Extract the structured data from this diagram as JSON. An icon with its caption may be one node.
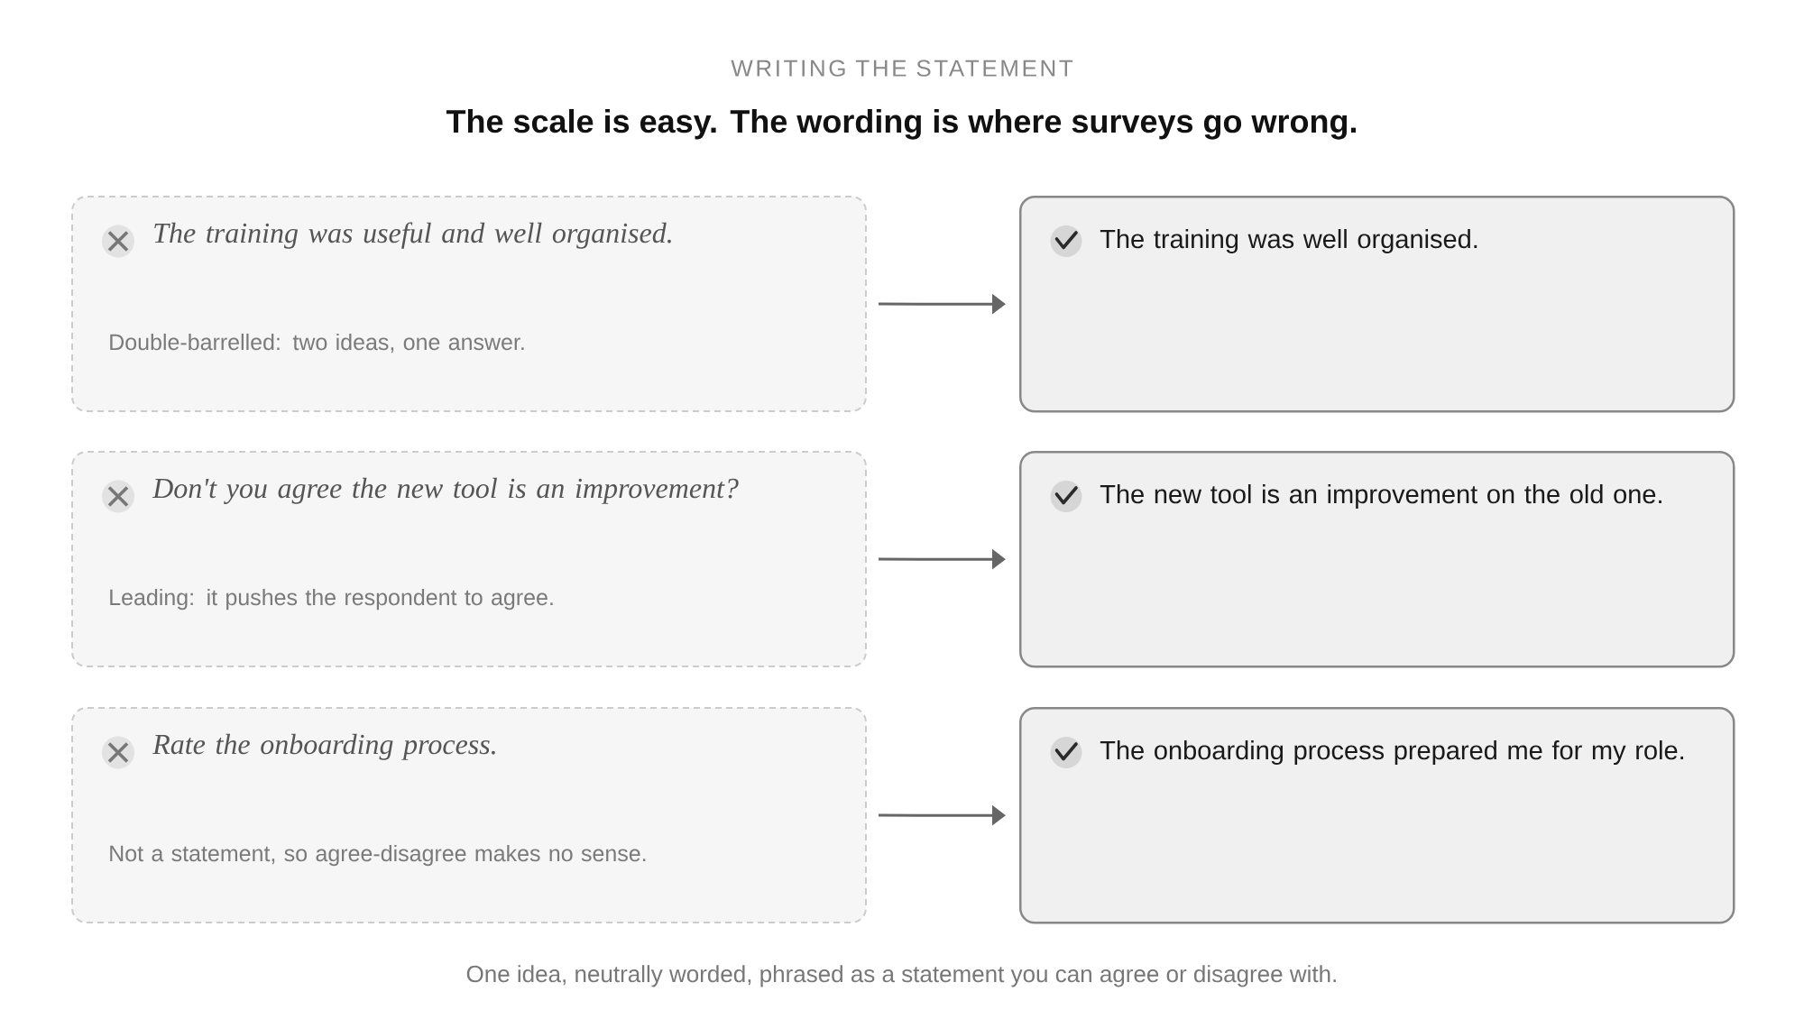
{
  "diagram": {
    "title": "The scale is easy. The wording is where surveys go wrong.",
    "caption": "One idea, neutrally worded, phrased as a statement you can agree or disagree with.",
    "nodes": [
      {
        "text": [
          "The training was useful and well organised.",
          "Double-barrelled: two ideas, one answer."
        ]
      },
      {
        "text": [
          "The training was well organised."
        ]
      },
      {
        "text": [
          "Don't you agree the new tool is an improvement?",
          "Leading: it pushes the respondent to agree."
        ]
      },
      {
        "text": [
          "The new tool is an improvement on the old one."
        ]
      },
      {
        "text": [
          "Rate the onboarding process.",
          "Not a statement, so agree-disagree makes no sense."
        ]
      },
      {
        "text": [
          "The onboarding process prepared me for my role."
        ]
      }
    ],
    "edges": [
      {
        "from": 0,
        "to": 1,
        "arrow": "to"
      },
      {
        "from": 2,
        "to": 3,
        "arrow": "to"
      },
      {
        "from": 4,
        "to": 5,
        "arrow": "to"
      }
    ],
    "labels": [
      "WRITING THE STATEMENT"
    ]
  }
}
